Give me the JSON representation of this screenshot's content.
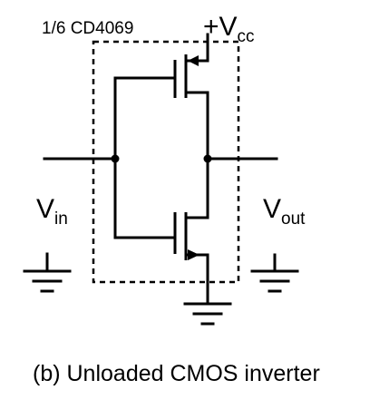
{
  "part_label": "1/6 CD4069",
  "supply": {
    "sign": "+",
    "main": "V",
    "sub": "cc"
  },
  "input": {
    "main": "V",
    "sub": "in"
  },
  "output": {
    "main": "V",
    "sub": "out"
  },
  "caption": "(b) Unloaded CMOS inverter"
}
